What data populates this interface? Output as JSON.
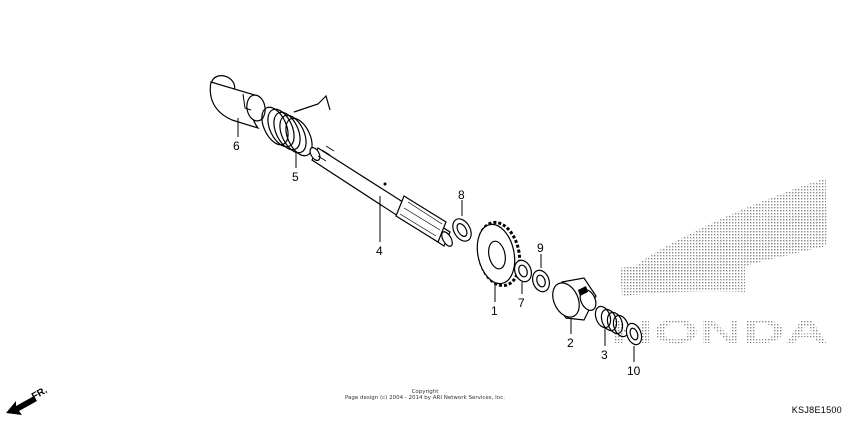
{
  "parts": [
    {
      "id": "1",
      "label": "1"
    },
    {
      "id": "2",
      "label": "2"
    },
    {
      "id": "3",
      "label": "3"
    },
    {
      "id": "4",
      "label": "4"
    },
    {
      "id": "5",
      "label": "5"
    },
    {
      "id": "6",
      "label": "6"
    },
    {
      "id": "7",
      "label": "7"
    },
    {
      "id": "8",
      "label": "8"
    },
    {
      "id": "9",
      "label": "9"
    },
    {
      "id": "10",
      "label": "10"
    }
  ],
  "direction_label": "FR.",
  "copyright": {
    "line1": "Copyright",
    "line2": "Page design (c) 2004 - 2014 by ARI Network Services, Inc."
  },
  "watermark_text": "HONDA",
  "diagram_code": "KSJ8E1500"
}
